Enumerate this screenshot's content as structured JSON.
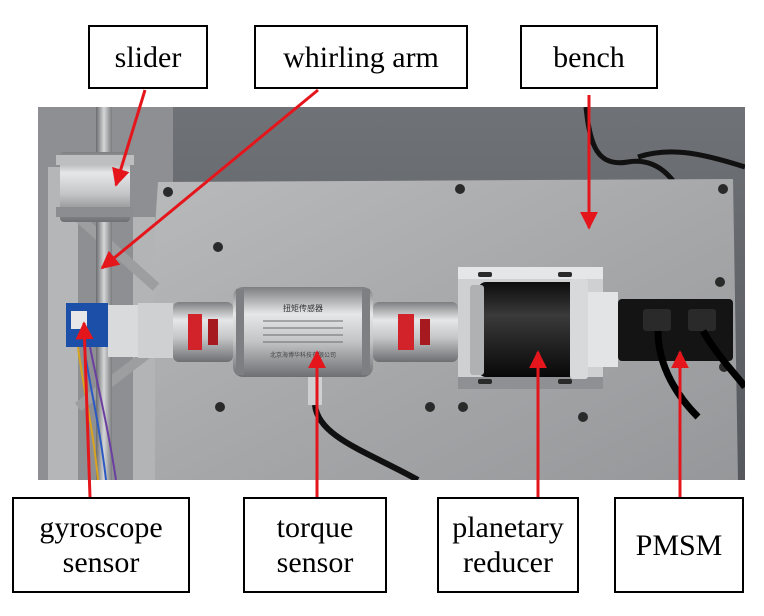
{
  "labels": {
    "slider": "slider",
    "whirling_arm": "whirling arm",
    "bench": "bench",
    "gyroscope_line1": "gyroscope",
    "gyroscope_line2": "sensor",
    "torque_line1": "torque",
    "torque_line2": "sensor",
    "planetary_line1": "planetary",
    "planetary_line2": "reducer",
    "pmsm": "PMSM"
  },
  "device_plate": {
    "title": "扭矩传感器",
    "manufacturer": "北京海博华科技有限公司"
  },
  "colors": {
    "arrow": "#e4161c",
    "border": "#000000"
  }
}
